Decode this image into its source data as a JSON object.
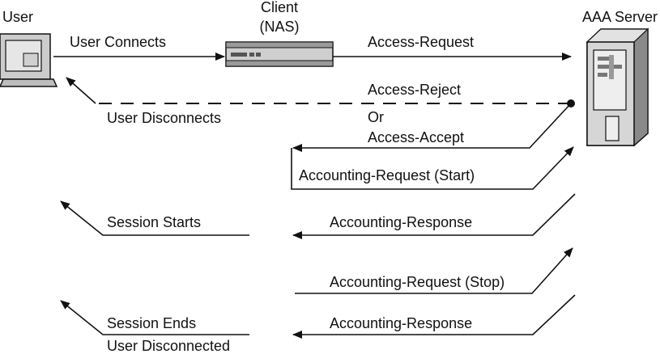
{
  "nodes": {
    "user": "User",
    "client_line1": "Client",
    "client_line2": "(NAS)",
    "server": "AAA Server"
  },
  "messages": {
    "user_connects": "User Connects",
    "access_request": "Access-Request",
    "access_reject": "Access-Reject",
    "or": "Or",
    "access_accept": "Access-Accept",
    "user_disconnects": "User Disconnects",
    "acct_request_start": "Accounting-Request (Start)",
    "session_starts": "Session Starts",
    "acct_response_1": "Accounting-Response",
    "acct_request_stop": "Accounting-Request (Stop)",
    "session_ends": "Session Ends",
    "acct_response_2": "Accounting-Response",
    "user_disconnected": "User Disconnected"
  },
  "colors": {
    "line": "#111111",
    "device_fill": "#d4d4d4",
    "device_dark": "#7a7a7a",
    "device_light": "#eeeeee"
  }
}
